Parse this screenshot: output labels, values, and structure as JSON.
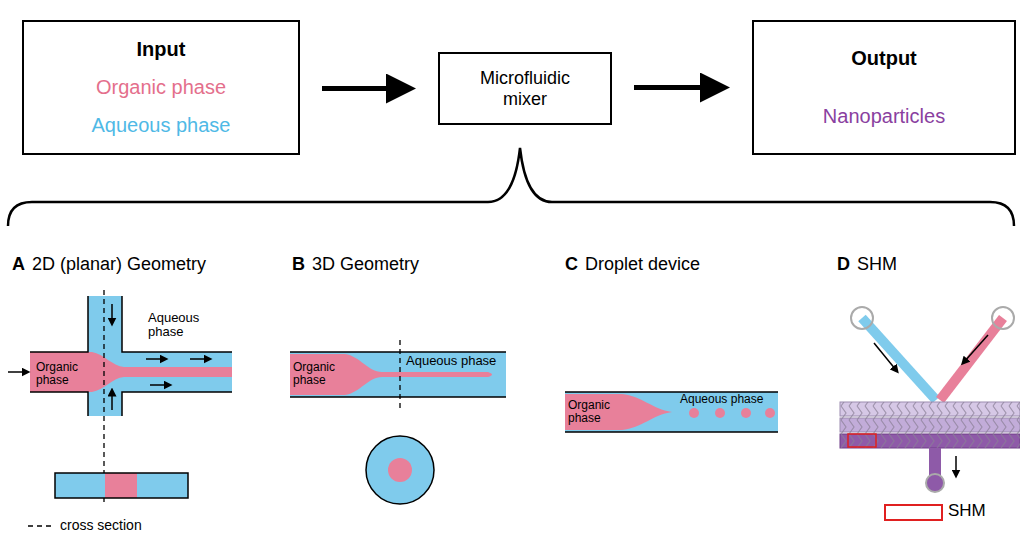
{
  "diagram": {
    "nodes": [
      {
        "text": [
          "Input",
          "Organic phase",
          "Aqueous phase"
        ]
      },
      {
        "text": [
          "Microfluidic mixer"
        ]
      },
      {
        "text": [
          "Output",
          "Nanoparticles"
        ]
      }
    ],
    "edges": [
      {
        "from": 0,
        "to": 1,
        "arrow": "to"
      },
      {
        "from": 1,
        "to": 2,
        "arrow": "to"
      }
    ],
    "labels": [
      "A",
      "2D (planar) Geometry",
      "Aqueous phase",
      "Organic phase",
      "cross section",
      "B",
      "3D Geometry",
      "Organic phase",
      "Aqueous phase",
      "C",
      "Droplet device",
      "Organic phase",
      "Aqueous phase",
      "D",
      "SHM",
      "SHM"
    ]
  }
}
